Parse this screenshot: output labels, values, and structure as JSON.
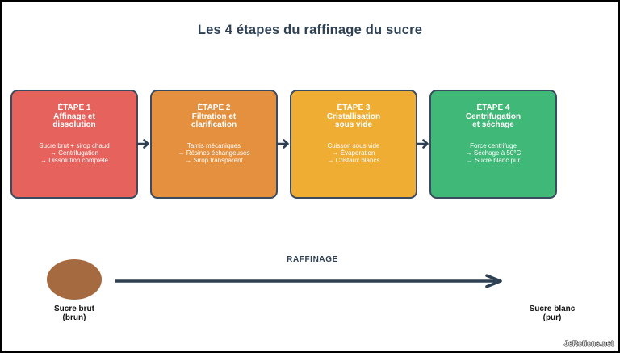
{
  "title": "Les 4 étapes du raffinage du sucre",
  "colors": {
    "navy": "#2E4053",
    "step1": "#E5635C",
    "step2": "#E4903F",
    "step3": "#EFAE33",
    "step4": "#40B878",
    "brown": "#A66A40"
  },
  "steps": [
    {
      "label": "ÉTAPE 1",
      "subtitle": "Affinage et\ndissolution",
      "color": "#E5635C",
      "lines": [
        "Sucre brut + sirop chaud",
        "→ Centrifugation",
        "→ Dissolution complète"
      ]
    },
    {
      "label": "ÉTAPE 2",
      "subtitle": "Filtration et\nclarification",
      "color": "#E4903F",
      "lines": [
        "Tamis mécaniques",
        "→ Résines échangeuses",
        "→ Sirop transparent"
      ]
    },
    {
      "label": "ÉTAPE 3",
      "subtitle": "Cristallisation\nsous vide",
      "color": "#EFAE33",
      "lines": [
        "Cuisson sous vide",
        "→ Évaporation",
        "→ Cristaux blancs"
      ]
    },
    {
      "label": "ÉTAPE 4",
      "subtitle": "Centrifugation\net séchage",
      "color": "#40B878",
      "lines": [
        "Force centrifuge",
        "→ Séchage à 50°C",
        "→ Sucre blanc pur"
      ]
    }
  ],
  "flow": {
    "label": "RAFFINAGE",
    "start_label": "Sucre brut\n(brun)",
    "end_label": "Sucre blanc\n(pur)"
  },
  "watermark": "JeRetiens.net"
}
